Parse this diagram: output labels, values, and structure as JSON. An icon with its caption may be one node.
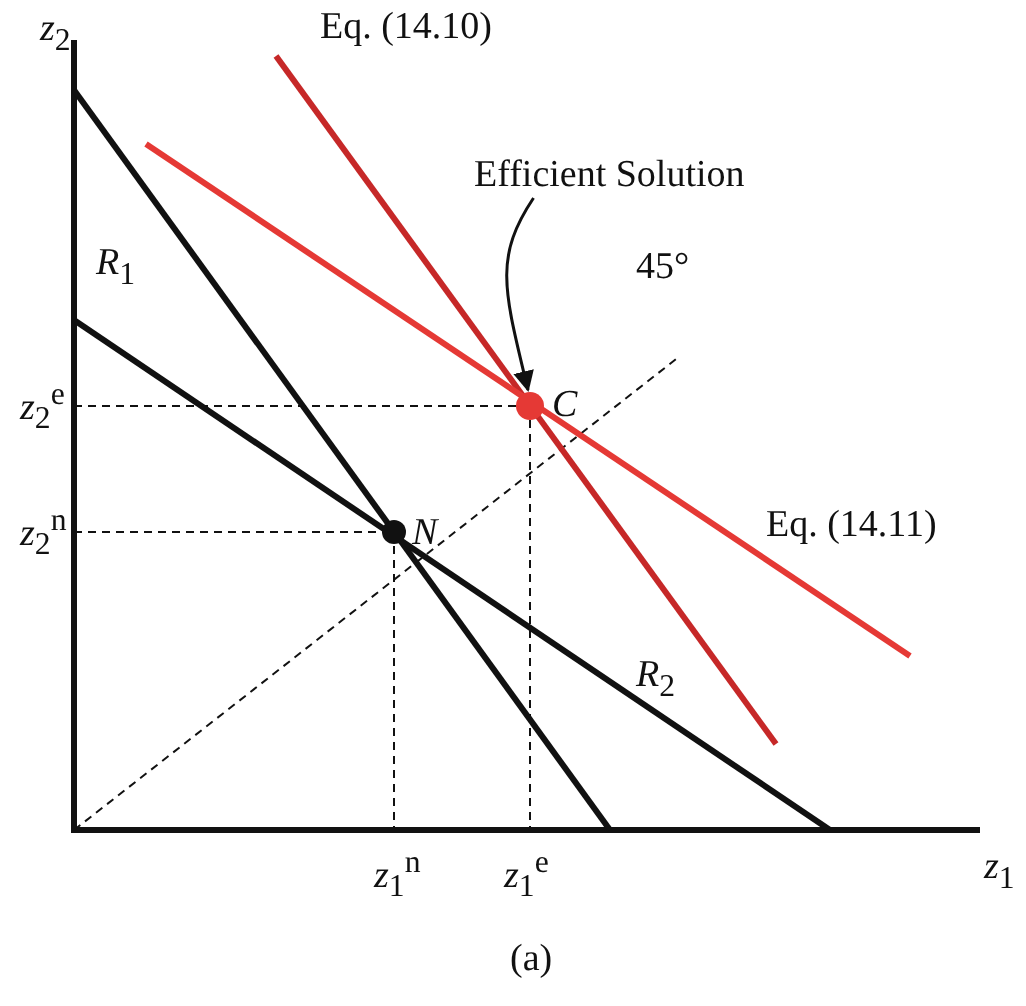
{
  "diagram": {
    "caption": "(a)",
    "nodes": [
      {
        "text": [
          "Efficient Solution"
        ]
      },
      {
        "text": [],
        "shape": "circle",
        "beside": [
          "*C*"
        ]
      },
      {
        "text": [],
        "shape": "circle",
        "beside": [
          "*N*"
        ]
      }
    ],
    "edges": [
      {
        "from": 0,
        "to": 1,
        "arrow": "to"
      }
    ],
    "labels": [
      "*z*$_{2}$",
      "Eq. (14.10)",
      "*R*$_{1}$",
      "45°",
      "*z*$_{2}$$^{e}$",
      "*z*$_{2}$$^{n}$",
      "Eq. (14.11)",
      "*R*$_{2}$",
      "*z*$_{1}$$^{n}$",
      "*z*$_{1}$$^{e}$",
      "*z*$_{1}$"
    ]
  }
}
